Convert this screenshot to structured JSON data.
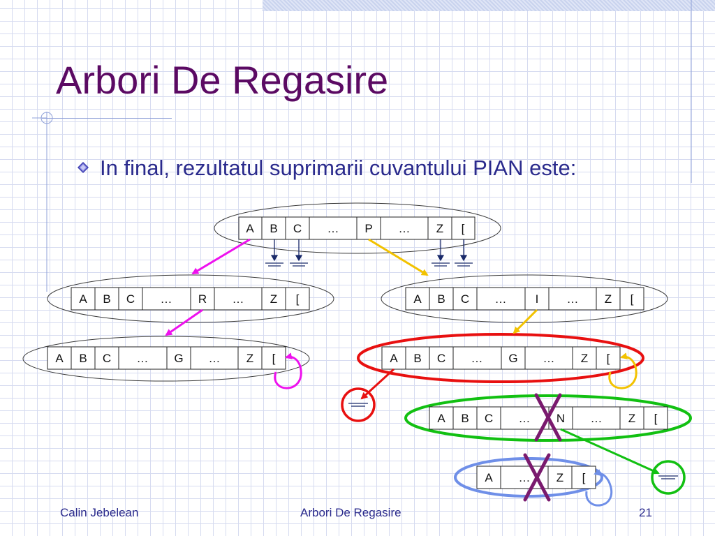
{
  "slide": {
    "title": "Arbori De Regasire",
    "bullet": "In final, rezultatul suprimarii cuvantului PIAN este:"
  },
  "footer": {
    "author": "Calin Jebelean",
    "title": "Arbori De Regasire",
    "page": "21"
  },
  "nodes": {
    "root": [
      "A",
      "B",
      "C",
      "…",
      "P",
      "…",
      "Z",
      "["
    ],
    "left1": [
      "A",
      "B",
      "C",
      "…",
      "R",
      "…",
      "Z",
      "["
    ],
    "right1": [
      "A",
      "B",
      "C",
      "…",
      "I",
      "…",
      "Z",
      "["
    ],
    "left2": [
      "A",
      "B",
      "C",
      "…",
      "G",
      "…",
      "Z",
      "["
    ],
    "right2": [
      "A",
      "B",
      "C",
      "…",
      "G",
      "…",
      "Z",
      "["
    ],
    "node3": [
      "A",
      "B",
      "C",
      "…",
      "N",
      "…",
      "Z",
      "["
    ],
    "node4": [
      "A",
      "…",
      "Z",
      "["
    ]
  },
  "colors": {
    "magenta": "#ee11ee",
    "yellow": "#f2c200",
    "red": "#e81010",
    "green": "#12c012",
    "blue": "#6f8fe8",
    "cross": "#7a1a6e",
    "text": "#2a2a8c",
    "title": "#5b0a63"
  }
}
